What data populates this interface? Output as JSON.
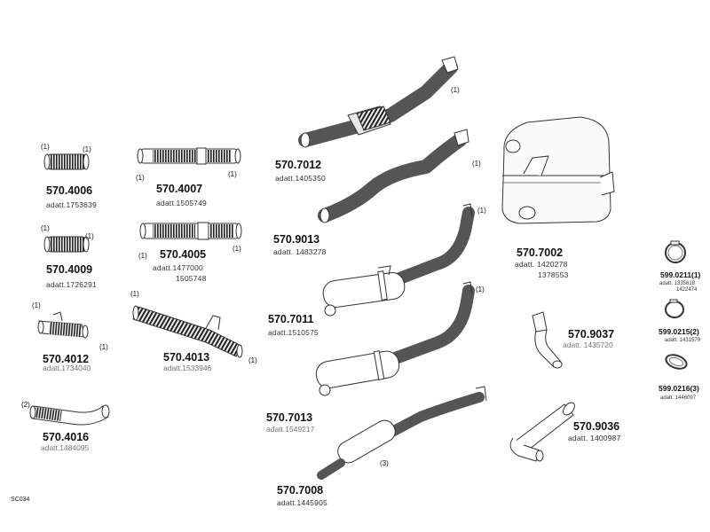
{
  "diagram_code": "SC034",
  "parts": {
    "p4006": {
      "number": "570.4006",
      "adatt": "adatt.1753639",
      "q1": "(1)",
      "q2": "(1)"
    },
    "p4007": {
      "number": "570.4007",
      "adatt": "adatt.1505749",
      "q1": "(1)",
      "q2": "(1)"
    },
    "p4009": {
      "number": "570.4009",
      "adatt": "adatt.1726291",
      "q1": "(1)",
      "q2": "(1)"
    },
    "p4005": {
      "number": "570.4005",
      "adatt": "adatt.1477000",
      "adatt2": "1505748",
      "q1": "(1)",
      "q2": "(1)"
    },
    "p4012": {
      "number": "570.4012",
      "adatt": "adatt.1734040",
      "q1": "(1)",
      "q2": "(1)"
    },
    "p4013": {
      "number": "570.4013",
      "adatt": "adatt.1533946",
      "q1": "(1)",
      "q2": "(1)"
    },
    "p4016": {
      "number": "570.4016",
      "adatt": "adatt.1484095",
      "q1": "(2)"
    },
    "p7012": {
      "number": "570.7012",
      "adatt": "adatt.1405350",
      "q1": "(1)"
    },
    "p9013": {
      "number": "570.9013",
      "adatt": "adatt. 1483278",
      "q1": "(1)"
    },
    "p7011": {
      "number": "570.7011",
      "adatt": "adatt.1510575",
      "q1": "(1)"
    },
    "p7013": {
      "number": "570.7013",
      "adatt": "adatt.1549217",
      "q1": "(1)"
    },
    "p7008": {
      "number": "570.7008",
      "adatt": "adatt.1445905",
      "q1": "(3)"
    },
    "p7002": {
      "number": "570.7002",
      "adatt": "adatt. 1420278",
      "adatt2": "1378553"
    },
    "p9037": {
      "number": "570.9037",
      "adatt": "adatt. 1435720"
    },
    "p9036": {
      "number": "570.9036",
      "adatt": "adatt. 1400987"
    },
    "p0211": {
      "number": "599.0211",
      "qty": "(1)",
      "adatt": "adatt. 1335618",
      "adatt2": "1422474"
    },
    "p0215": {
      "number": "599.0215",
      "qty": "(2)",
      "adatt": "adatt. 1431579"
    },
    "p0216": {
      "number": "599.0216",
      "qty": "(3)",
      "adatt": "adatt. 1446097"
    }
  }
}
